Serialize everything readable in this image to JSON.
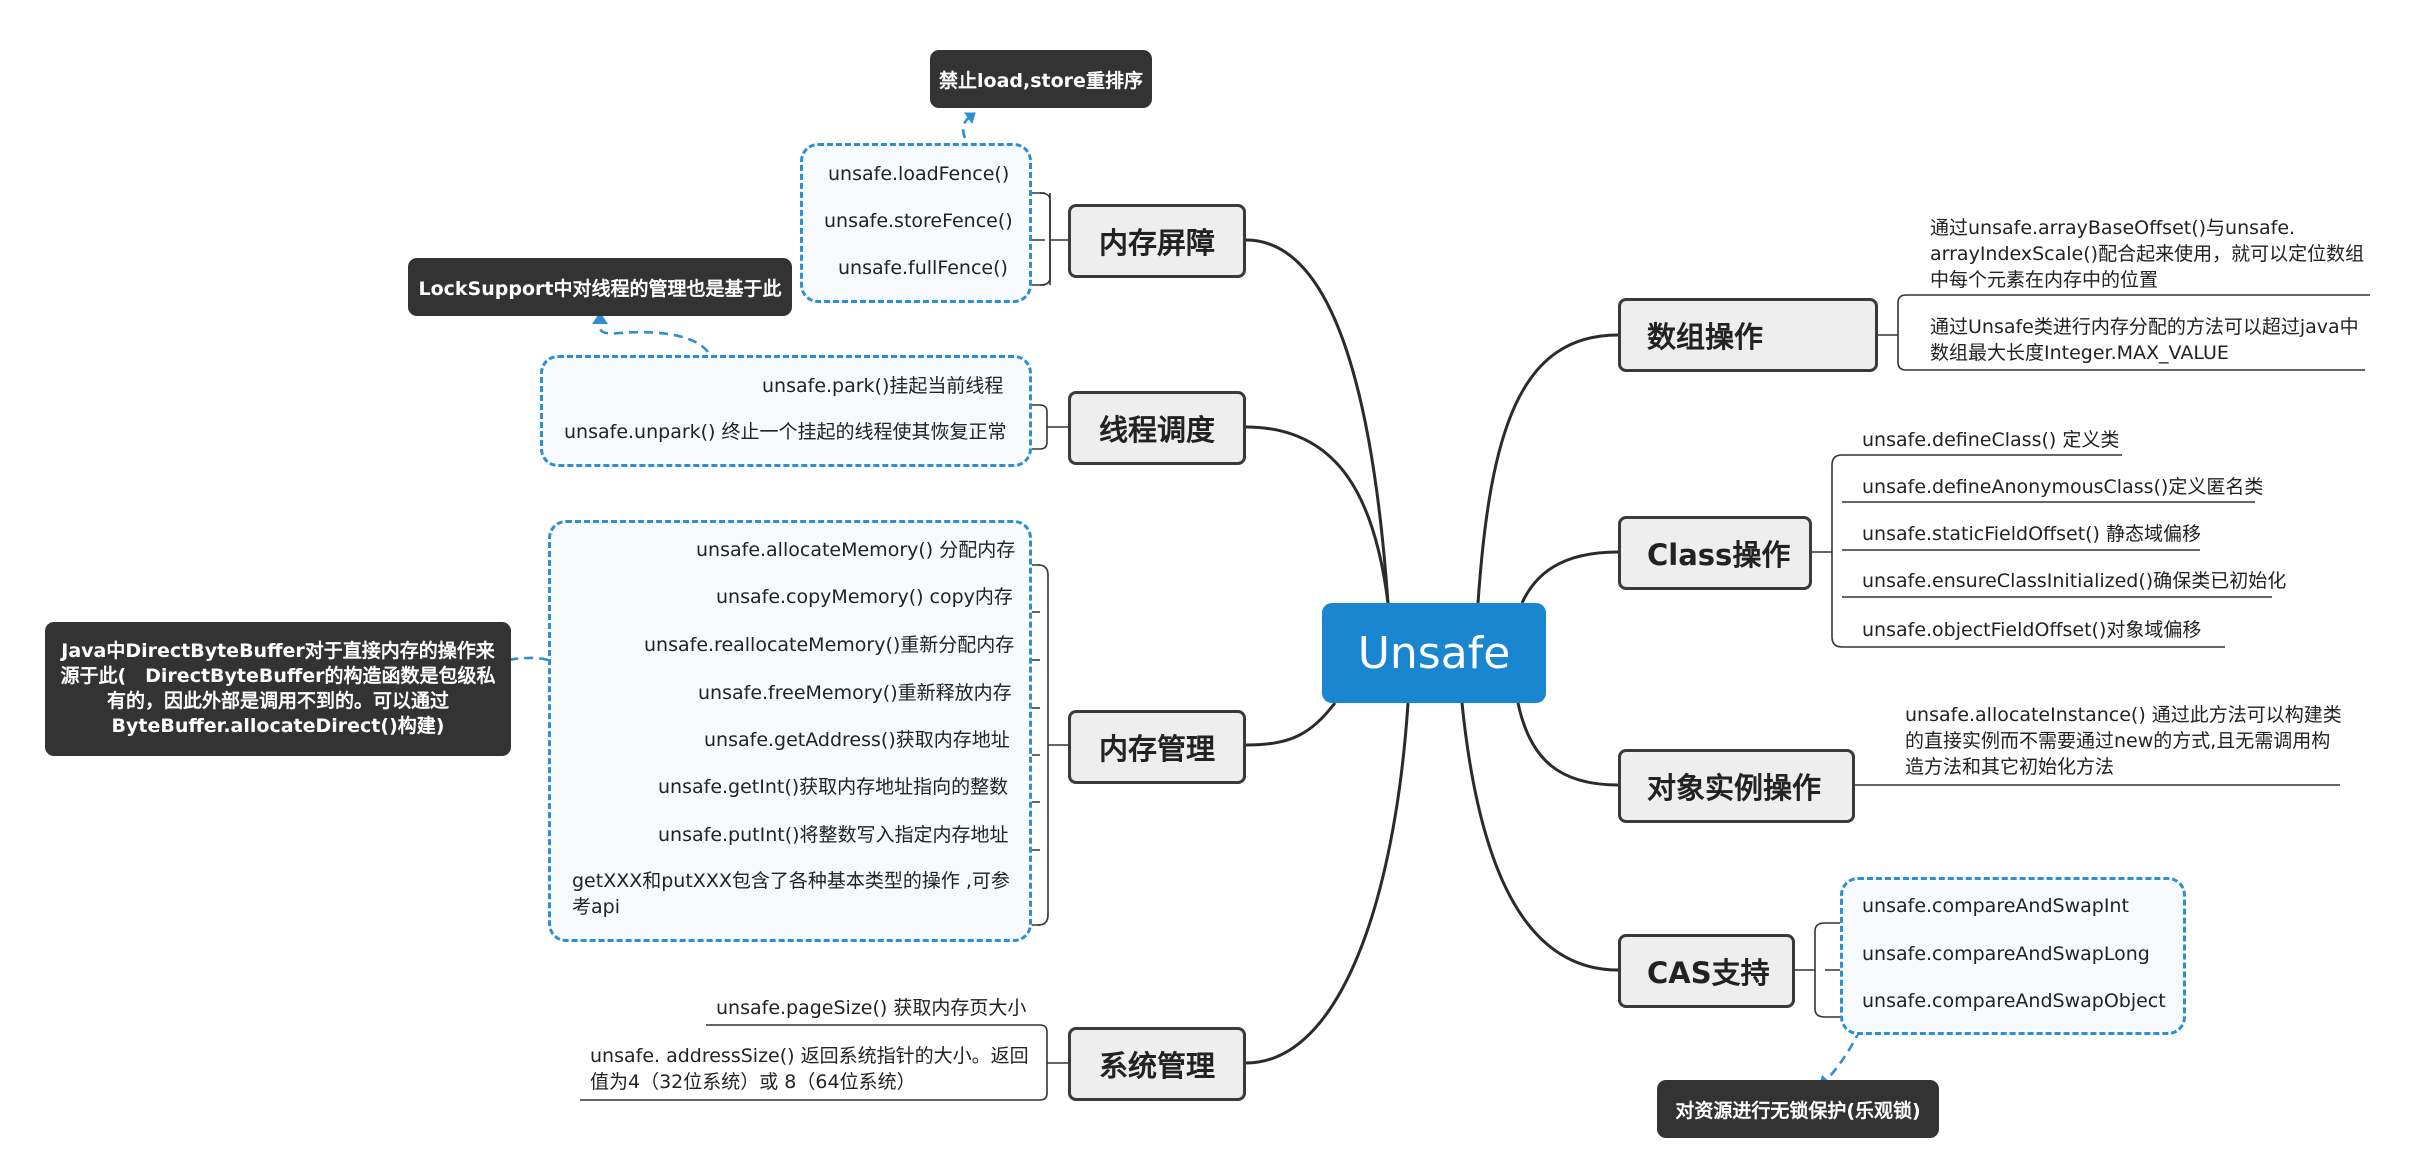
{
  "root": {
    "label": "Unsafe"
  },
  "left": {
    "memory_barrier": {
      "label": "内存屏障",
      "items": [
        "unsafe.loadFence()",
        "unsafe.storeFence()",
        "unsafe.fullFence()"
      ],
      "note": "禁止load,store重排序"
    },
    "thread_scheduling": {
      "label": "线程调度",
      "items": [
        "unsafe.park()挂起当前线程",
        "unsafe.unpark() 终止一个挂起的线程使其恢复正常"
      ],
      "note": "LockSupport中对线程的管理也是基于此"
    },
    "memory_management": {
      "label": "内存管理",
      "items": [
        "unsafe.allocateMemory() 分配内存",
        "unsafe.copyMemory() copy内存",
        "unsafe.reallocateMemory()重新分配内存",
        "unsafe.freeMemory()重新释放内存",
        "unsafe.getAddress()获取内存地址",
        "unsafe.getInt()获取内存地址指向的整数",
        "unsafe.putInt()将整数写入指定内存地址",
        "getXXX和putXXX包含了各种基本类型的操作 ,可参考api"
      ],
      "note": "Java中DirectByteBuffer对于直接内存的操作来源于此(　DirectByteBuffer的构造函数是包级私有的，因此外部是调用不到的。可以通过ByteBuffer.allocateDirect()构建)"
    },
    "system_management": {
      "label": "系统管理",
      "items": [
        "unsafe.pageSize() 获取内存页大小",
        "unsafe. addressSize() 返回系统指针的大小。返回值为4（32位系统）或 8（64位系统）"
      ]
    }
  },
  "right": {
    "array_ops": {
      "label": "数组操作",
      "items": [
        "通过unsafe.arrayBaseOffset()与unsafe. arrayIndexScale()配合起来使用，就可以定位数组中每个元素在内存中的位置",
        "通过Unsafe类进行内存分配的方法可以超过java中数组最大长度Integer.MAX_VALUE"
      ]
    },
    "class_ops": {
      "label": "Class操作",
      "items": [
        "unsafe.defineClass() 定义类",
        "unsafe.defineAnonymousClass()定义匿名类",
        "unsafe.staticFieldOffset() 静态域偏移",
        "unsafe.ensureClassInitialized()确保类已初始化",
        "unsafe.objectFieldOffset()对象域偏移"
      ]
    },
    "instance_ops": {
      "label": "对象实例操作",
      "items": [
        "unsafe.allocateInstance() 通过此方法可以构建类的直接实例而不需要通过new的方式,且无需调用构造方法和其它初始化方法"
      ]
    },
    "cas": {
      "label": "CAS支持",
      "items": [
        "unsafe.compareAndSwapInt",
        "unsafe.compareAndSwapLong",
        "unsafe.compareAndSwapObject"
      ],
      "note": "对资源进行无锁保护(乐观锁)"
    }
  },
  "colors": {
    "root_fill": "#1a86cf",
    "dashed_group": "#2d8fcf",
    "note_fill": "#333333",
    "topic_fill": "#eeeeee"
  }
}
